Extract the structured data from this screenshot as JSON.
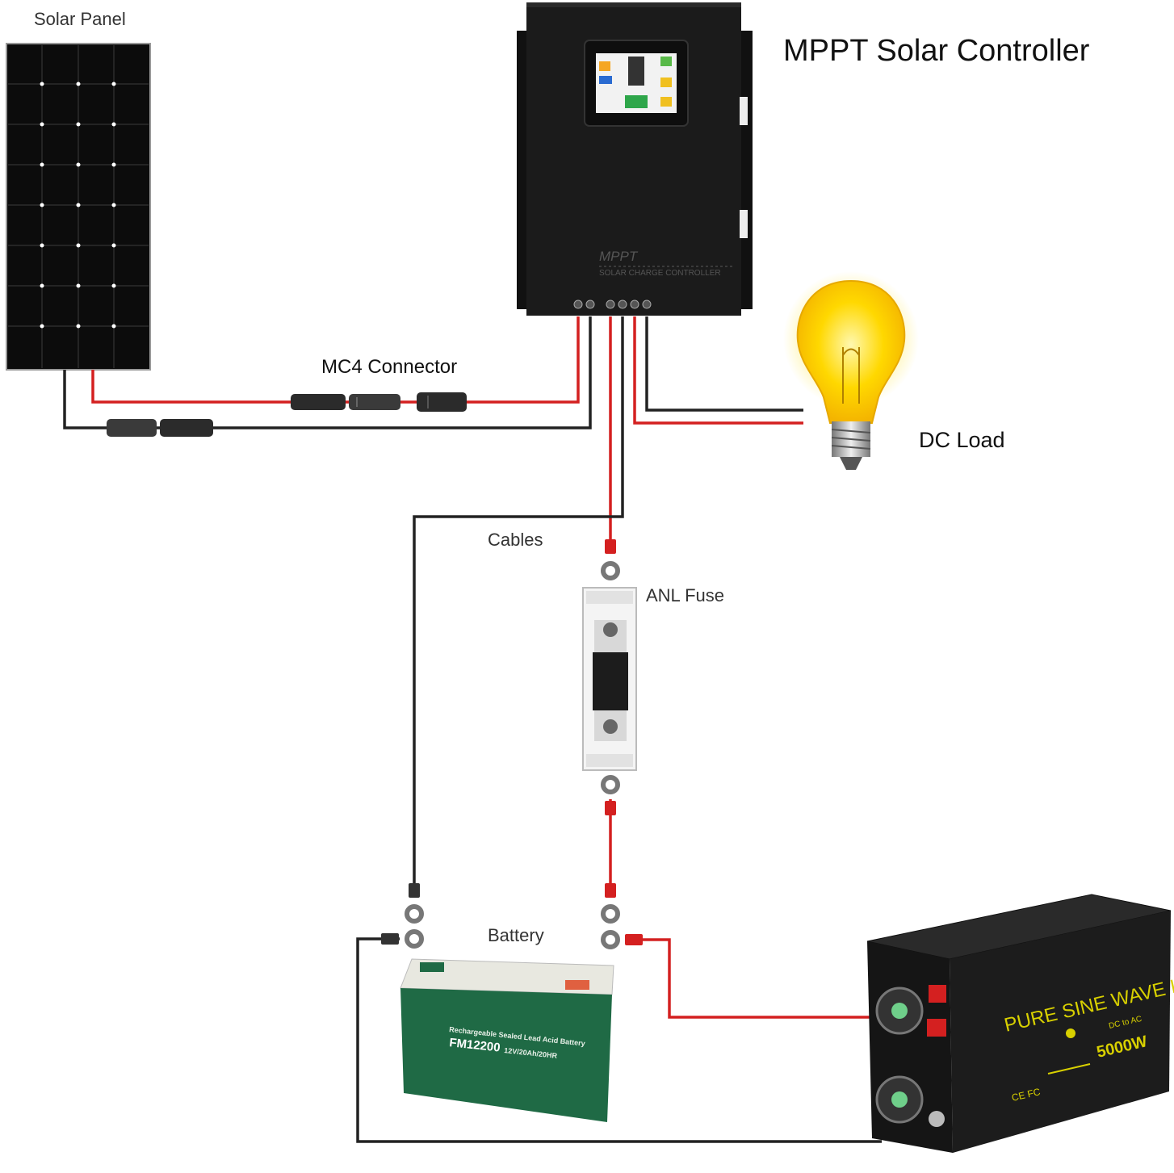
{
  "labels": {
    "solar_panel": "Solar Panel",
    "controller": "MPPT Solar Controller",
    "mc4": "MC4 Connector",
    "dc_load": "DC Load",
    "cables": "Cables",
    "fuse": "ANL Fuse",
    "battery": "Battery"
  },
  "device_text": {
    "controller_brand": "MPPT",
    "controller_sub": "SOLAR CHARGE CONTROLLER",
    "battery_title": "Rechargeable Sealed Lead Acid Battery",
    "battery_model": "FM12200",
    "battery_spec": "12V/20Ah/20HR",
    "inverter_title": "PURE SINE WAVE INVERTER",
    "inverter_sub": "DC to AC",
    "inverter_power": "5000W",
    "inverter_cert": "CE FC"
  },
  "colors": {
    "positive_wire": "#d42020",
    "negative_wire": "#222222",
    "controller_body": "#1b1b1b",
    "battery_green": "#1f6a45",
    "inverter_text": "#d8d000"
  }
}
